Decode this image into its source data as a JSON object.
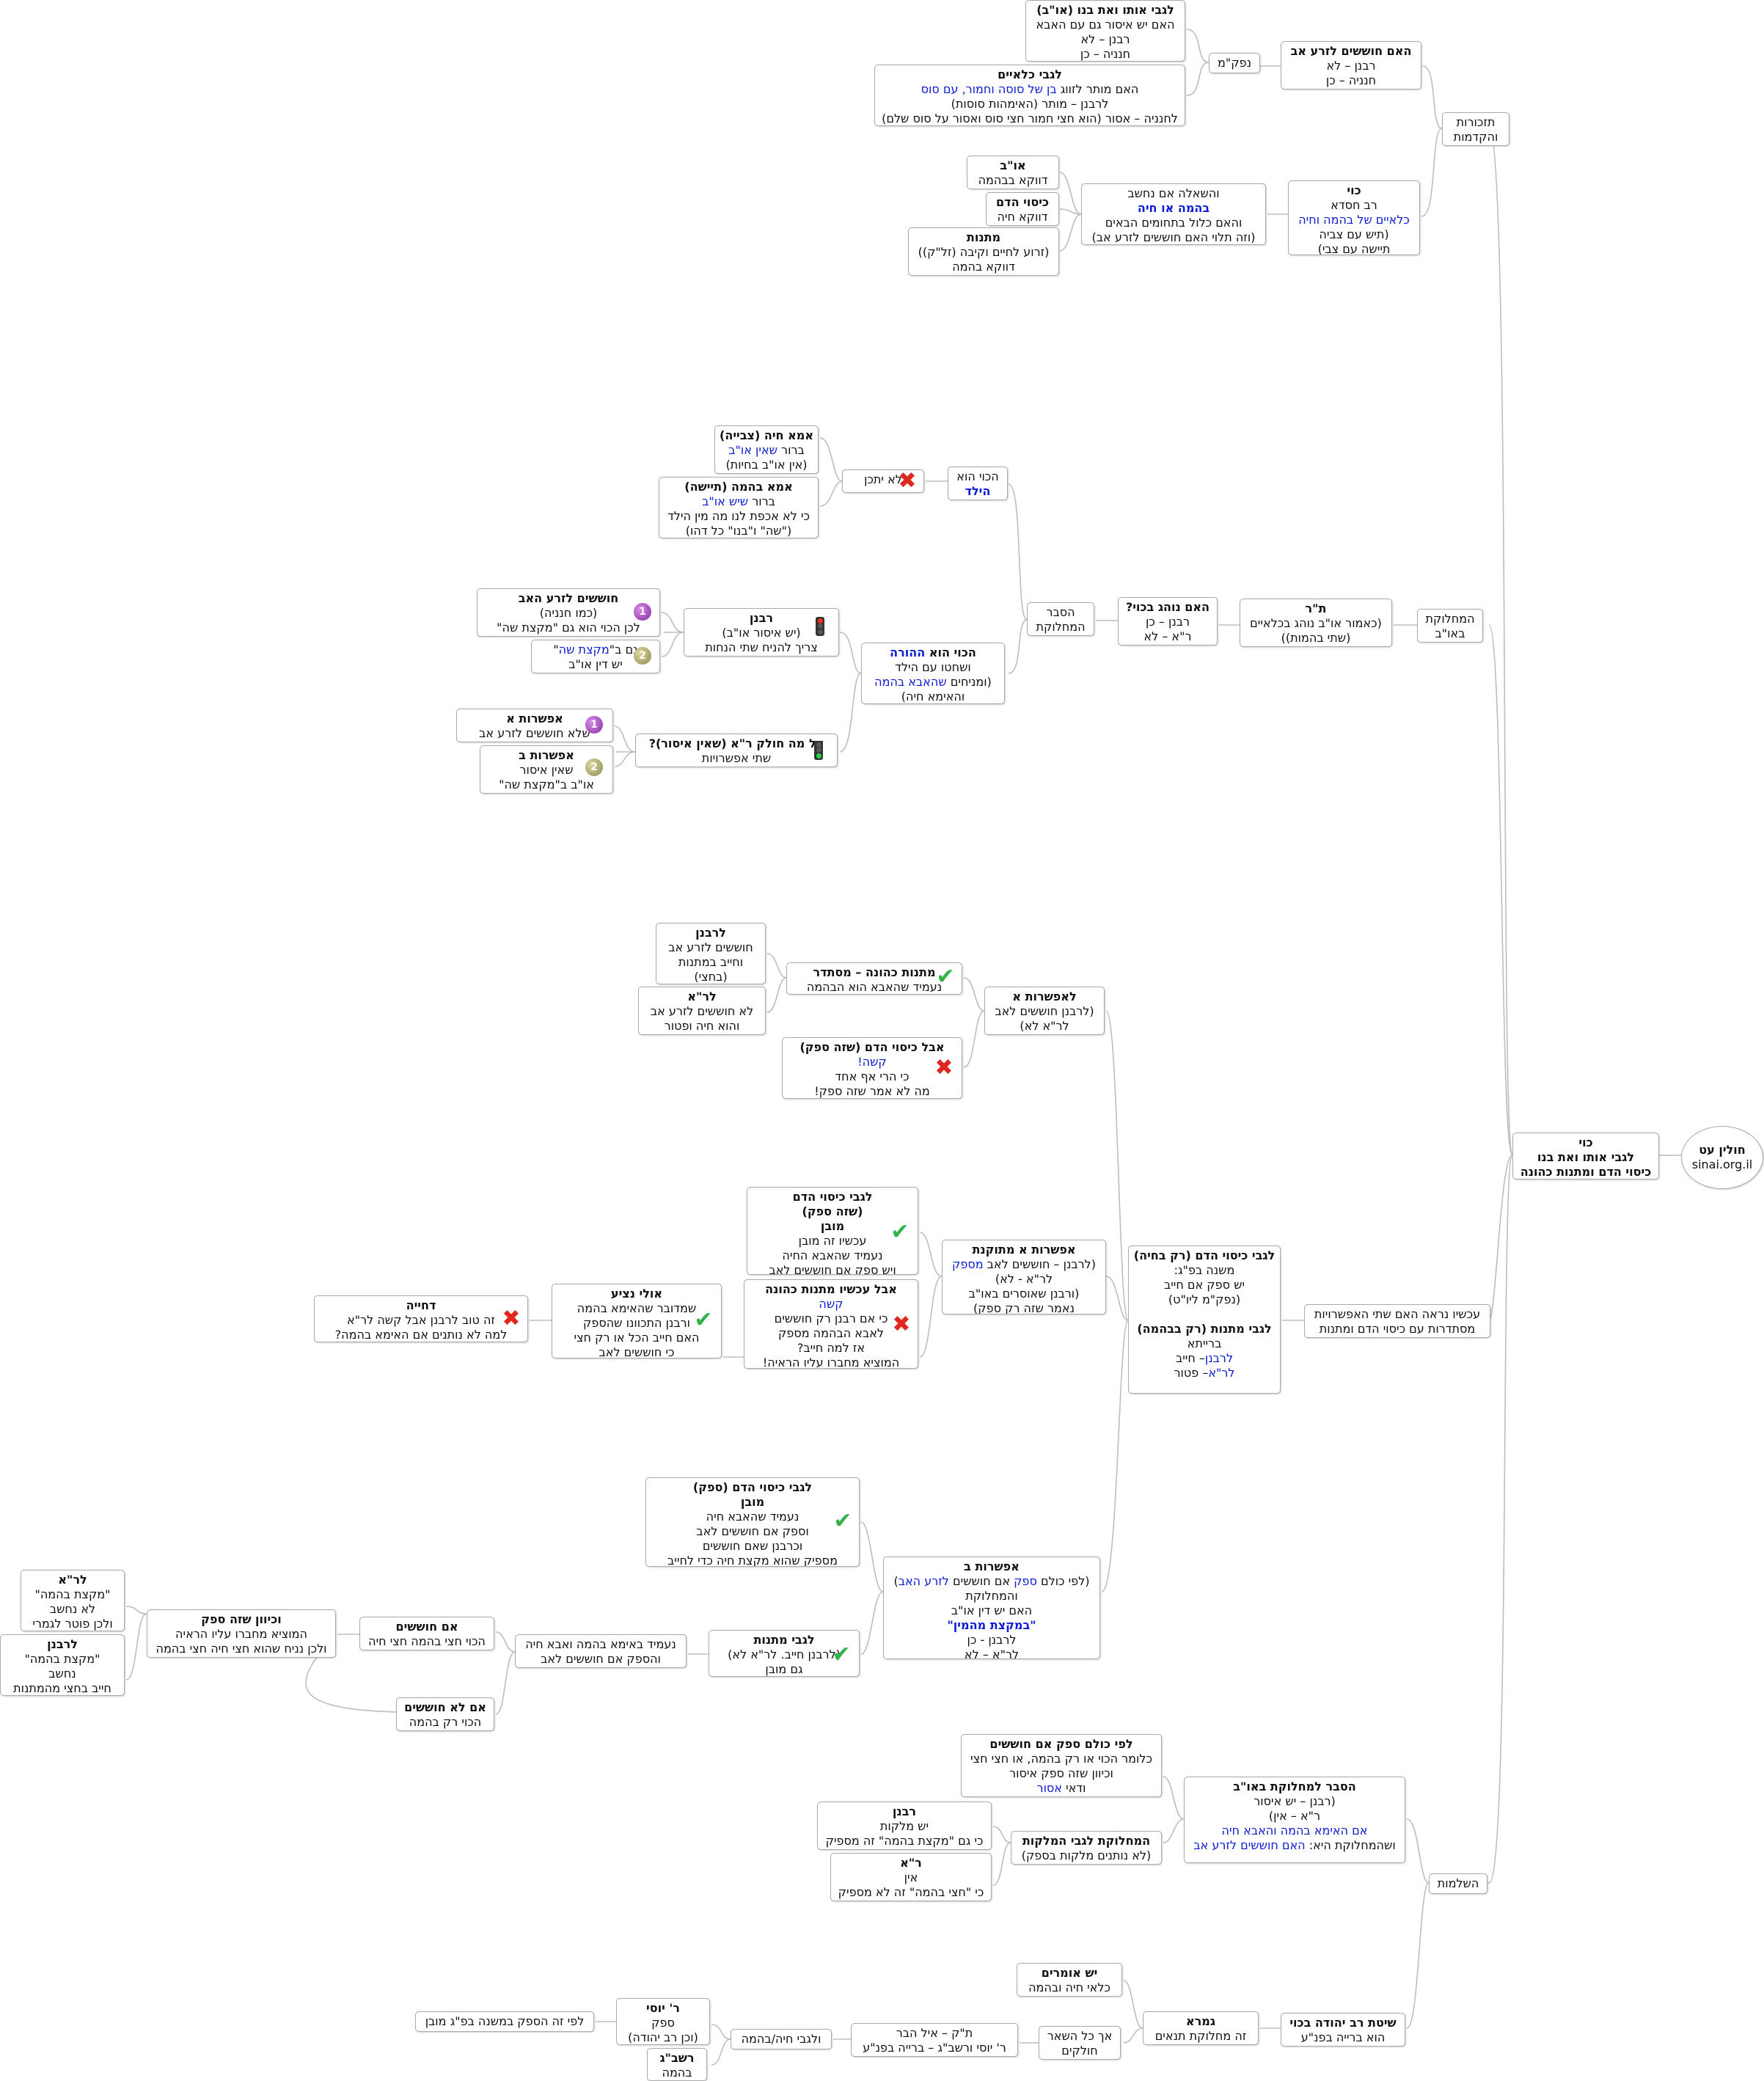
{
  "root": {
    "lines": [
      "חולין עט",
      "sinai.org.il"
    ]
  },
  "nodes": {
    "main": [
      "כוי",
      "לגבי אותו ואת בנו",
      "כיסוי הדם ומתנות כהונה"
    ],
    "tizkorot": [
      "תזכורות",
      "והקדמות"
    ],
    "hosheshim": [
      "האם חוששים לזרע אב",
      "רבנן – לא",
      "חנניה – כן"
    ],
    "nafkamina": [
      "נפק\"מ"
    ],
    "auv": [
      "לגבי אותו ואת בנו (או\"ב)",
      "האם יש איסור גם עם האבא",
      "רבנן – לא",
      "חנניה – כן"
    ],
    "kilaim": [
      "לגבי כלאיים",
      "האם מותר לזווג בן של סוסה וחמור, עם סוס",
      "לרבנן – מותר (האימהות סוסות)",
      "לחנניה – אסור (הוא חצי חמור חצי סוס ואסור על סוס שלם)"
    ],
    "koi_def": [
      "כוי",
      "רב חסדא",
      "כלאיים של בהמה וחיה",
      "(תיש עם צביה",
      "תיישה עם צבי)"
    ],
    "hashela": [
      "והשאלה אם נחשב",
      "בהמה או חיה",
      "והאם כלול בתחומים הבאים",
      "(וזה תלוי האם חוששים לזרע אב)"
    ],
    "auv2": [
      "או\"ב",
      "דווקא בבהמה"
    ],
    "kisui": [
      "כיסוי הדם",
      "דווקא חיה"
    ],
    "matanot": [
      "מתנות",
      "(זרוע לחיים וקיבה (זל\"ק))",
      "דווקא בהמה"
    ],
    "mahloket": [
      "המחלוקת",
      "באו\"ב"
    ],
    "tr": [
      "ת\"ר",
      "(כאמור או\"ב נוהג בכלאיים",
      "(שתי בהמות))"
    ],
    "haim_noheg": [
      "האם נוהג בכוי?",
      "רבנן – כן",
      "ר\"א – לא"
    ],
    "hesber": [
      "הסבר",
      "המחלוקת"
    ],
    "hakoi_yeled": [
      "הכוי הוא",
      "הילד"
    ],
    "lo_yitachen": [
      "לא יתכן"
    ],
    "ima_chaya": [
      "אמא חיה (צבייה)",
      "ברור שאין או\"ב",
      "(אין או\"ב בחיות)"
    ],
    "ima_behema": [
      "אמא בהמה (תיישה)",
      "ברור שיש או\"ב",
      "כי לא אכפת לנו מה מין הילד",
      "(\"שה\" ו\"בנו\" כל דהו)"
    ],
    "hakoi_hora": [
      "הכוי הוא ההורה",
      "ושחטו עם הילד",
      "(ומניחים שהאבא בהמה",
      "והאימא חיה)"
    ],
    "rabanan": [
      "רבנן",
      "(יש איסור או\"ב)",
      "צריך להניח שתי הנחות"
    ],
    "hoshesh_zera": [
      "חוששים לזרע האב",
      "(כמו חנניה)",
      "לכן הכוי הוא גם \"מקצת שה\""
    ],
    "gam": [
      "גם  ב\"מקצת שה\"",
      "יש דין או\"ב"
    ],
    "al_ma": [
      "על מה חולק ר\"א (שאין איסור)?",
      "שתי אפשרויות"
    ],
    "efsharut_a1": [
      "אפשרות א",
      "שלא חוששים לזרע אב"
    ],
    "efsharut_b1": [
      "אפשרות ב",
      "שאין איסור",
      "או\"ב ב\"מקצת שה\""
    ],
    "achshav": [
      "עכשיו נראה האם שתי האפשרויות",
      "מסתדרות עם כיסוי הדם ומתנות"
    ],
    "legabei": [
      "לגבי כיסוי הדם (רק בחיה)",
      "משנה בפ\"ג:",
      "יש ספק אם חייב",
      "(נפק\"מ ליו\"ט)",
      "",
      "לגבי מתנות (רק בבהמה)",
      "ברייתא",
      "לרבנן– חייב",
      "לר\"א– פטור"
    ],
    "leefsharut_a": [
      "לאפשרות א",
      "(לרבנן חוששים לאב",
      "לר\"א לא)"
    ],
    "matanot_mistader": [
      "מתנות כהונה – מסתדר",
      "נעמיד שהאבא הוא הבהמה"
    ],
    "lerabanan": [
      "לרבנן",
      "חוששים לזרע אב",
      "וחייב במתנות",
      "(בחצי)"
    ],
    "lera": [
      "לר\"א",
      "לא חוששים לזרע אב",
      "והוא חיה ופטור"
    ],
    "aval_kisui": [
      "אבל כיסוי הדם (שזה ספק)",
      "קשה!",
      "כי הרי אף אחד",
      "מה לא אמר שזה ספק!"
    ],
    "efsharut_metukenet": [
      "אפשרות א מתוקנת",
      "(לרבנן – חוששים לאב מספק",
      "לר\"א - לא)",
      "(ורבנן שאוסרים באו\"ב",
      "נאמר שזה רק ספק)"
    ],
    "kisui_mugan": [
      "לגבי כיסוי הדם",
      "(שזה ספק)",
      "מובן",
      "עכשיו זה מובן",
      "נעמיד שהאבא החיה",
      "ויש ספק אם חוששים לאב"
    ],
    "aval_matanot": [
      "אבל עכשיו מתנות כהונה",
      "קשה",
      "כי אם רבנן רק חוששים",
      "לאבא הבהמה מספק",
      "אז למה חייב?",
      "המוציא מחברו עליו הראיה!"
    ],
    "ulai_natzia": [
      "אולי נציע",
      "שמדובר שהאימא בהמה",
      "ורבנן התכוונו שהספק",
      "האם חייב הכל או רק חצי",
      "כי חוששים לאב"
    ],
    "dechiya": [
      "דחייה",
      "זה טוב לרבנן אבל קשה לר\"א",
      "למה לא נותנים אם האימא בהמה?"
    ],
    "efsharut_b": [
      "אפשרות ב",
      "(לפי כולם ספק אם חוששים לזרע האב)",
      "והמחלוקת",
      "האם יש דין או\"ב",
      "\"במקצת מהמין\"",
      "לרבנן - כן",
      "לר\"א – לא"
    ],
    "kisui_safek": [
      "לגבי כיסוי הדם (ספק)",
      "מובן",
      "נעמיד שהאבא חיה",
      "וספק אם חוששים לאב",
      "וכרבנן שאם חוששים",
      "מספיק שהוא מקצת חיה כדי לחייב"
    ],
    "legabei_matanot": [
      "לגבי מתנות",
      "(לרבנן חייב. לר\"א לא)",
      "גם מובן"
    ],
    "neamid": [
      "נעמיד באימא בהמה ואבא חיה",
      "והספק אם חוששים לאב"
    ],
    "im_hoshesh": [
      "אם חוששים",
      "הכוי חצי בהמה חצי חיה"
    ],
    "im_lo": [
      "אם לא חוששים",
      "הכוי רק בהמה"
    ],
    "vekeivan": [
      "וכיוון שזה ספק",
      "המוציא מחברו עליו הראיה",
      "ולכן נניח שהוא חצי חיה חצי בהמה"
    ],
    "lera_mikzat": [
      "לר\"א",
      "\"מקצת בהמה\"",
      "לא נחשב",
      "ולכן פוטר לגמרי"
    ],
    "lerabanan_mikzat": [
      "לרבנן",
      "\"מקצת בהמה\"",
      "נחשב",
      "חייב בחצי מהמתנות"
    ],
    "hashlamot": [
      "השלמות"
    ],
    "hesber_mahloket": [
      "הסבר למחלוקת באו\"ב",
      "(רבנן – יש איסור",
      "ר\"א – אין)",
      "אם האימא בהמה והאבא חיה",
      "ושהמחלוקת היא: האם חוששים לזרע אב"
    ],
    "lefi_kulam": [
      "לפי כולם ספק אם חוששים",
      "כלומר הכוי או רק בהמה, או חצי חצי",
      "וכיוון שזה ספק איסור",
      "ודאי אסור"
    ],
    "hamahloket_mulkot": [
      "המחלוקת לגבי המלקות",
      "(לא נותנים מלקות בספק)"
    ],
    "rabanan_mulkot": [
      "רבנן",
      "יש מלקות",
      "כי גם \"מקצת בהמה\" זה מספיק"
    ],
    "ra_mulkot": [
      "ר\"א",
      "אין",
      "כי \"חצי בהמה\" זה לא מספיק"
    ],
    "shitat": [
      "שיטת רב יהודה בכוי",
      "הוא ברייה בפנ\"ע"
    ],
    "gemara": [
      "גמרא",
      "זה מחלוקת תנאים"
    ],
    "yesh_omrim": [
      "יש אומרים",
      "כלאי חיה ובהמה"
    ],
    "af_kol": [
      "אך כל השאר",
      "חולקים"
    ],
    "tk": [
      "ת\"ק – איל הבר",
      "ר' יוסי ורשב\"ג – ברייה בפנ\"ע"
    ],
    "ulegabei": [
      "ולגבי חיה/בהמה"
    ],
    "r_yosi": [
      "ר' יוסי",
      "ספק",
      "(וכן רב יהודה)"
    ],
    "lefi_ze": [
      "לפי זה הספק במשנה בפ\"ג מובן"
    ],
    "rashbag": [
      "רשב\"ג",
      "בהמה"
    ]
  },
  "icons": {
    "x1": "x-icon",
    "x2": "x-icon",
    "x3": "x-icon",
    "x4": "x-icon",
    "c1": "check-icon",
    "c2": "check-icon",
    "c3": "check-icon",
    "c4": "check-icon",
    "c5": "check-icon",
    "n1a": "1",
    "n1b": "1",
    "n2a": "2",
    "n2b": "2"
  },
  "colors": {
    "blue": "#0b1bd6",
    "line": "#bdbdbd",
    "x": "#e0281e",
    "check": "#33b24a"
  }
}
